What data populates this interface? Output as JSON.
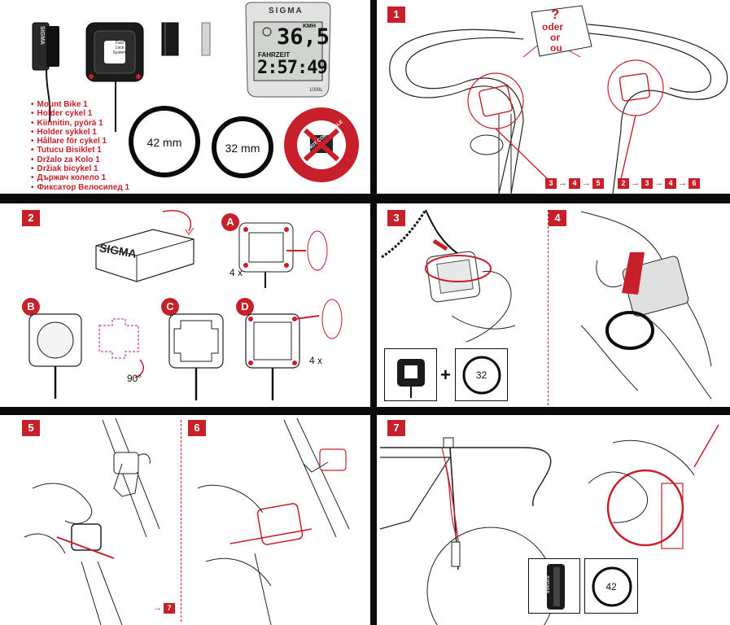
{
  "parts": {
    "brand_stamp": "SIGMA",
    "mount_face_label": [
      "Fast",
      "Lock",
      "System"
    ],
    "labels": [
      "Mount Bike 1",
      "Holder cykel 1",
      "Kiinnitin, pyörä 1",
      "Holder sykkel 1",
      "Hållare för cykel 1",
      "Tutucu Bisiklet 1",
      "Držalo za Kolo 1",
      "Držiak bicykel 1",
      "Държач колело 1",
      "Фиксатор Велосипед 1"
    ],
    "ring_large": "42 mm",
    "ring_small": "32 mm",
    "rds_stamp": "RDS NOT COMPATIBLE"
  },
  "computer": {
    "brand": "SIGMA",
    "speed": "36,5",
    "unit": "KMH",
    "label": "FAHRZEIT",
    "time": "2:57:49",
    "model": "1009L"
  },
  "step1": {
    "number": "1",
    "question": "?",
    "or_1": "oder",
    "or_2": "or",
    "or_3": "ou",
    "seq_left": [
      "3",
      "4",
      "5"
    ],
    "seq_right": [
      "2",
      "3",
      "4",
      "6"
    ],
    "arrow": "→"
  },
  "step2": {
    "number": "2",
    "mount_brand": "SIGMA",
    "sub_a": "A",
    "sub_b": "B",
    "sub_c": "C",
    "sub_d": "D",
    "count_a": "4 x",
    "count_d": "4 x",
    "rotation": "90°"
  },
  "step3": {
    "number": "3",
    "plus": "+",
    "ring": "32"
  },
  "step4": {
    "number": "4"
  },
  "step5": {
    "number": "5",
    "next": "7",
    "arrow": "→"
  },
  "step6": {
    "number": "6"
  },
  "step7": {
    "number": "7",
    "ring": "42",
    "sensor_brand": "SIGMA"
  },
  "colors": {
    "accent": "#c8202a",
    "divider": "#0a0a0a",
    "line": "#111111"
  }
}
